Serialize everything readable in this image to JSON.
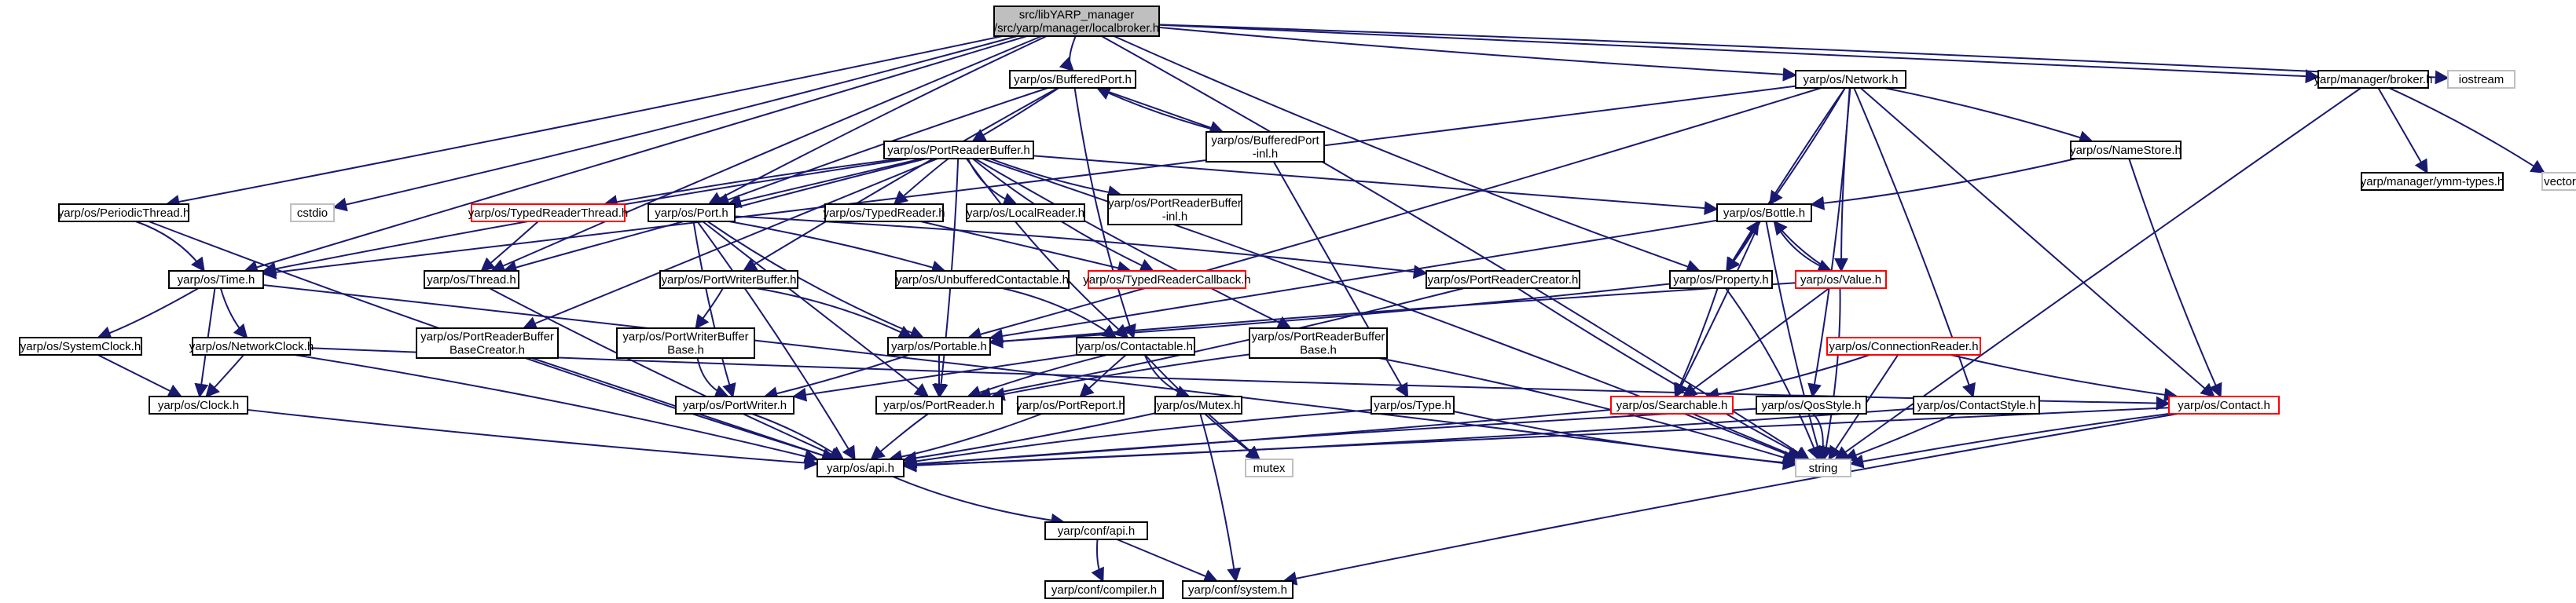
{
  "nodes": [
    {
      "id": "root",
      "lines": [
        "src/libYARP_manager",
        "/src/yarp/manager/localbroker.h"
      ],
      "style": "root"
    },
    {
      "id": "bufferedport",
      "lines": [
        "yarp/os/BufferedPort.h"
      ],
      "style": "normal"
    },
    {
      "id": "network",
      "lines": [
        "yarp/os/Network.h"
      ],
      "style": "normal"
    },
    {
      "id": "broker",
      "lines": [
        "yarp/manager/broker.h"
      ],
      "style": "normal"
    },
    {
      "id": "iostream",
      "lines": [
        "iostream"
      ],
      "style": "gray"
    },
    {
      "id": "vector",
      "lines": [
        "vector"
      ],
      "style": "gray"
    },
    {
      "id": "ymmtypes",
      "lines": [
        "yarp/manager/ymm-types.h"
      ],
      "style": "normal"
    },
    {
      "id": "prb",
      "lines": [
        "yarp/os/PortReaderBuffer.h"
      ],
      "style": "normal"
    },
    {
      "id": "bpinl",
      "lines": [
        "yarp/os/BufferedPort",
        "-inl.h"
      ],
      "style": "normal"
    },
    {
      "id": "namestore",
      "lines": [
        "yarp/os/NameStore.h"
      ],
      "style": "normal"
    },
    {
      "id": "cstdio",
      "lines": [
        "cstdio"
      ],
      "style": "gray"
    },
    {
      "id": "periodic",
      "lines": [
        "yarp/os/PeriodicThread.h"
      ],
      "style": "normal"
    },
    {
      "id": "typedreaderthread",
      "lines": [
        "yarp/os/TypedReaderThread.h"
      ],
      "style": "red"
    },
    {
      "id": "port",
      "lines": [
        "yarp/os/Port.h"
      ],
      "style": "normal"
    },
    {
      "id": "typedreader",
      "lines": [
        "yarp/os/TypedReader.h"
      ],
      "style": "normal"
    },
    {
      "id": "localreader",
      "lines": [
        "yarp/os/LocalReader.h"
      ],
      "style": "normal"
    },
    {
      "id": "prbinl",
      "lines": [
        "yarp/os/PortReaderBuffer",
        "-inl.h"
      ],
      "style": "normal"
    },
    {
      "id": "bottle",
      "lines": [
        "yarp/os/Bottle.h"
      ],
      "style": "normal"
    },
    {
      "id": "time",
      "lines": [
        "yarp/os/Time.h"
      ],
      "style": "normal"
    },
    {
      "id": "thread",
      "lines": [
        "yarp/os/Thread.h"
      ],
      "style": "normal"
    },
    {
      "id": "unbuffered",
      "lines": [
        "yarp/os/UnbufferedContactable.h"
      ],
      "style": "normal"
    },
    {
      "id": "typedreadercallback",
      "lines": [
        "yarp/os/TypedReaderCallback.h"
      ],
      "style": "red"
    },
    {
      "id": "prc",
      "lines": [
        "yarp/os/PortReaderCreator.h"
      ],
      "style": "normal"
    },
    {
      "id": "property",
      "lines": [
        "yarp/os/Property.h"
      ],
      "style": "normal"
    },
    {
      "id": "value",
      "lines": [
        "yarp/os/Value.h"
      ],
      "style": "red"
    },
    {
      "id": "pwb",
      "lines": [
        "yarp/os/PortWriterBuffer.h"
      ],
      "style": "normal"
    },
    {
      "id": "systemclock",
      "lines": [
        "yarp/os/SystemClock.h"
      ],
      "style": "normal"
    },
    {
      "id": "networkclock",
      "lines": [
        "yarp/os/NetworkClock.h"
      ],
      "style": "normal"
    },
    {
      "id": "prbbc",
      "lines": [
        "yarp/os/PortReaderBuffer",
        "BaseCreator.h"
      ],
      "style": "normal"
    },
    {
      "id": "pwbb",
      "lines": [
        "yarp/os/PortWriterBuffer",
        "Base.h"
      ],
      "style": "normal"
    },
    {
      "id": "portable",
      "lines": [
        "yarp/os/Portable.h"
      ],
      "style": "normal"
    },
    {
      "id": "contactable",
      "lines": [
        "yarp/os/Contactable.h"
      ],
      "style": "normal"
    },
    {
      "id": "prbb",
      "lines": [
        "yarp/os/PortReaderBuffer",
        "Base.h"
      ],
      "style": "normal"
    },
    {
      "id": "connreader",
      "lines": [
        "yarp/os/ConnectionReader.h"
      ],
      "style": "red"
    },
    {
      "id": "clock",
      "lines": [
        "yarp/os/Clock.h"
      ],
      "style": "normal"
    },
    {
      "id": "portwriter",
      "lines": [
        "yarp/os/PortWriter.h"
      ],
      "style": "normal"
    },
    {
      "id": "portreader",
      "lines": [
        "yarp/os/PortReader.h"
      ],
      "style": "normal"
    },
    {
      "id": "portreport",
      "lines": [
        "yarp/os/PortReport.h"
      ],
      "style": "normal"
    },
    {
      "id": "mutex",
      "lines": [
        "yarp/os/Mutex.h"
      ],
      "style": "normal"
    },
    {
      "id": "type",
      "lines": [
        "yarp/os/Type.h"
      ],
      "style": "normal"
    },
    {
      "id": "searchable",
      "lines": [
        "yarp/os/Searchable.h"
      ],
      "style": "red"
    },
    {
      "id": "qosstyle",
      "lines": [
        "yarp/os/QosStyle.h"
      ],
      "style": "normal"
    },
    {
      "id": "contactstyle",
      "lines": [
        "yarp/os/ContactStyle.h"
      ],
      "style": "normal"
    },
    {
      "id": "contact",
      "lines": [
        "yarp/os/Contact.h"
      ],
      "style": "red"
    },
    {
      "id": "api",
      "lines": [
        "yarp/os/api.h"
      ],
      "style": "normal"
    },
    {
      "id": "mutexstd",
      "lines": [
        "mutex"
      ],
      "style": "gray"
    },
    {
      "id": "string",
      "lines": [
        "string"
      ],
      "style": "gray"
    },
    {
      "id": "confapi",
      "lines": [
        "yarp/conf/api.h"
      ],
      "style": "normal"
    },
    {
      "id": "compiler",
      "lines": [
        "yarp/conf/compiler.h"
      ],
      "style": "normal"
    },
    {
      "id": "system",
      "lines": [
        "yarp/conf/system.h"
      ],
      "style": "normal"
    }
  ],
  "edges": [
    [
      "root",
      "bufferedport"
    ],
    [
      "root",
      "network"
    ],
    [
      "root",
      "broker"
    ],
    [
      "root",
      "iostream"
    ],
    [
      "root",
      "string"
    ],
    [
      "root",
      "cstdio"
    ],
    [
      "root",
      "periodic"
    ],
    [
      "root",
      "time"
    ],
    [
      "root",
      "thread"
    ],
    [
      "root",
      "port"
    ],
    [
      "root",
      "property"
    ],
    [
      "bufferedport",
      "prb"
    ],
    [
      "bufferedport",
      "bpinl"
    ],
    [
      "bufferedport",
      "port"
    ],
    [
      "bufferedport",
      "pwb"
    ],
    [
      "bufferedport",
      "contactable"
    ],
    [
      "bpinl",
      "bufferedport"
    ],
    [
      "bpinl",
      "type"
    ],
    [
      "network",
      "namestore"
    ],
    [
      "network",
      "bottle"
    ],
    [
      "network",
      "property"
    ],
    [
      "network",
      "value"
    ],
    [
      "network",
      "contact"
    ],
    [
      "network",
      "contactstyle"
    ],
    [
      "network",
      "qosstyle"
    ],
    [
      "network",
      "portable"
    ],
    [
      "network",
      "time"
    ],
    [
      "broker",
      "ymmtypes"
    ],
    [
      "broker",
      "vector"
    ],
    [
      "broker",
      "string"
    ],
    [
      "namestore",
      "bottle"
    ],
    [
      "namestore",
      "contact"
    ],
    [
      "prb",
      "port"
    ],
    [
      "prb",
      "typedreaderthread"
    ],
    [
      "prb",
      "typedreader"
    ],
    [
      "prb",
      "localreader"
    ],
    [
      "prb",
      "prbinl"
    ],
    [
      "prb",
      "bottle"
    ],
    [
      "prb",
      "thread"
    ],
    [
      "prb",
      "time"
    ],
    [
      "prb",
      "typedreadercallback"
    ],
    [
      "prb",
      "prbb"
    ],
    [
      "prb",
      "prbbc"
    ],
    [
      "prb",
      "portreader"
    ],
    [
      "prb",
      "string"
    ],
    [
      "prb",
      "contactable"
    ],
    [
      "typedreaderthread",
      "thread"
    ],
    [
      "typedreader",
      "typedreadercallback"
    ],
    [
      "port",
      "unbuffered"
    ],
    [
      "port",
      "prc"
    ],
    [
      "port",
      "portable"
    ],
    [
      "port",
      "portwriter"
    ],
    [
      "port",
      "portreader"
    ],
    [
      "port",
      "api"
    ],
    [
      "unbuffered",
      "contactable"
    ],
    [
      "prc",
      "portreader"
    ],
    [
      "prc",
      "string"
    ],
    [
      "bottle",
      "portable"
    ],
    [
      "bottle",
      "searchable"
    ],
    [
      "bottle",
      "property"
    ],
    [
      "bottle",
      "value"
    ],
    [
      "bottle",
      "string"
    ],
    [
      "property",
      "bottle"
    ],
    [
      "property",
      "searchable"
    ],
    [
      "property",
      "string"
    ],
    [
      "property",
      "portable"
    ],
    [
      "value",
      "bottle"
    ],
    [
      "value",
      "searchable"
    ],
    [
      "value",
      "portable"
    ],
    [
      "value",
      "string"
    ],
    [
      "time",
      "systemclock"
    ],
    [
      "time",
      "networkclock"
    ],
    [
      "time",
      "clock"
    ],
    [
      "time",
      "string"
    ],
    [
      "periodic",
      "time"
    ],
    [
      "periodic",
      "api"
    ],
    [
      "thread",
      "api"
    ],
    [
      "systemclock",
      "clock"
    ],
    [
      "networkclock",
      "clock"
    ],
    [
      "networkclock",
      "api"
    ],
    [
      "networkclock",
      "contact"
    ],
    [
      "clock",
      "api"
    ],
    [
      "prbbc",
      "api"
    ],
    [
      "pwb",
      "pwbb"
    ],
    [
      "pwb",
      "portable"
    ],
    [
      "pwbb",
      "portwriter"
    ],
    [
      "portable",
      "portwriter"
    ],
    [
      "portable",
      "portreader"
    ],
    [
      "contactable",
      "portreader"
    ],
    [
      "contactable",
      "portreport"
    ],
    [
      "contactable",
      "mutex"
    ],
    [
      "contactable",
      "mutexstd"
    ],
    [
      "contactable",
      "portwriter"
    ],
    [
      "prbb",
      "portreader"
    ],
    [
      "prbb",
      "string"
    ],
    [
      "connreader",
      "searchable"
    ],
    [
      "connreader",
      "contact"
    ],
    [
      "connreader",
      "string"
    ],
    [
      "portwriter",
      "api"
    ],
    [
      "portreader",
      "api"
    ],
    [
      "portreport",
      "api"
    ],
    [
      "mutex",
      "api"
    ],
    [
      "mutex",
      "mutexstd"
    ],
    [
      "mutex",
      "system"
    ],
    [
      "type",
      "api"
    ],
    [
      "type",
      "string"
    ],
    [
      "searchable",
      "api"
    ],
    [
      "searchable",
      "string"
    ],
    [
      "qosstyle",
      "api"
    ],
    [
      "qosstyle",
      "string"
    ],
    [
      "contactstyle",
      "api"
    ],
    [
      "contactstyle",
      "string"
    ],
    [
      "contact",
      "api"
    ],
    [
      "contact",
      "string"
    ],
    [
      "contact",
      "system"
    ],
    [
      "api",
      "confapi"
    ],
    [
      "confapi",
      "compiler"
    ],
    [
      "confapi",
      "system"
    ]
  ]
}
